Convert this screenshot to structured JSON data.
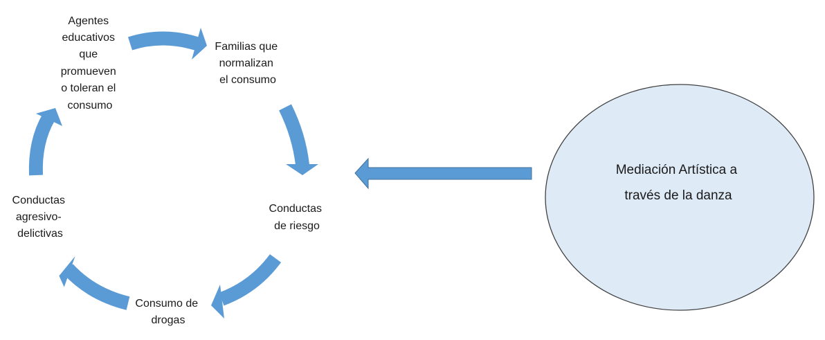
{
  "colors": {
    "arrow": "#5b9bd5",
    "ellipse_fill": "#deeaf6",
    "ellipse_stroke": "#404040"
  },
  "cycle": {
    "nodes": [
      {
        "id": "agentes",
        "lines": [
          "Agentes",
          "educativos",
          "que",
          "promueven",
          "o toleran el",
          "consumo"
        ]
      },
      {
        "id": "familias",
        "lines": [
          "Familias que",
          "normalizan",
          "el consumo"
        ]
      },
      {
        "id": "riesgo",
        "lines": [
          "Conductas",
          "de riesgo"
        ]
      },
      {
        "id": "drogas",
        "lines": [
          "Consumo de",
          "drogas"
        ]
      },
      {
        "id": "agresivo",
        "lines": [
          "Conductas",
          "agresivo-",
          "delictivas"
        ]
      }
    ]
  },
  "mediation": {
    "lines": [
      "Mediación Artística a",
      "través de la danza"
    ]
  }
}
